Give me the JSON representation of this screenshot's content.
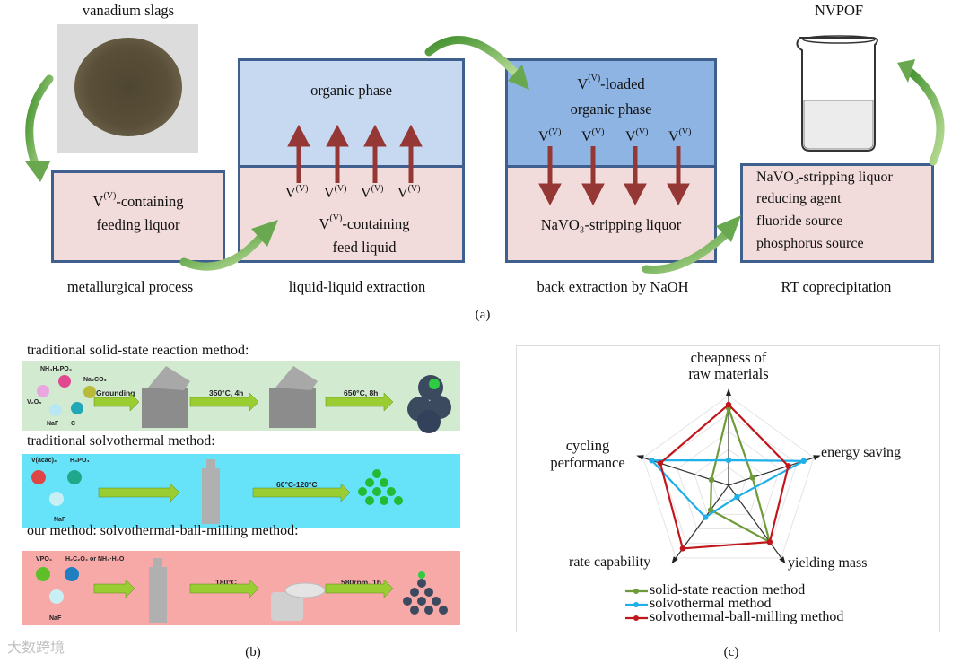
{
  "panel_a": {
    "caption": "(a)",
    "slag_label": "vanadium slags",
    "product_label": "NVPOF",
    "box1": {
      "base": "V",
      "sup": "(V)",
      "rest": "-containing",
      "line2": "feeding liquor"
    },
    "box2": {
      "top": "organic phase",
      "ion_base": "V",
      "ion_sup": "(V)",
      "bottom_base": "V",
      "bottom_sup": "(V)",
      "bottom_rest": "-containing",
      "bottom_line2": "feed liquid"
    },
    "box3": {
      "top_base": "V",
      "top_sup": "(V)",
      "top_rest": "-loaded",
      "top_line2": "organic phase",
      "ion_base": "V",
      "ion_sup": "(V)",
      "bottom": "NaVO₃-stripping liquor"
    },
    "box4": {
      "lines": [
        "NaVO₃-stripping liquor",
        "reducing agent",
        "fluoride source",
        "phosphorus source"
      ]
    },
    "steps": [
      "metallurgical process",
      "liquid-liquid extraction",
      "back extraction by NaOH",
      "RT coprecipitation"
    ],
    "colors": {
      "pink": "#f2dcdb",
      "light_blue": "#c6d9f1",
      "dark_blue": "#8eb4e3",
      "border": "#3f5f8f",
      "vanadium_arrow": "#953735",
      "flow_arrow": "#6aa84f"
    }
  },
  "panel_b": {
    "caption": "(b)",
    "methods": [
      {
        "title": "traditional solid-state reaction method:",
        "color": "#d2ead0",
        "chemicals": [
          "NH₄H₂PO₄",
          "Na₂CO₃",
          "V₂O₅",
          "NaF",
          "C"
        ],
        "steps": [
          "Grounding",
          "350°C, 4h",
          "650°C, 8h"
        ]
      },
      {
        "title": "traditional solvothermal method:",
        "color": "#66e3f9",
        "chemicals": [
          "V(acac)₃",
          "H₃PO₄",
          "NaF"
        ],
        "steps": [
          "",
          "60°C-120°C"
        ]
      },
      {
        "title": "our method: solvothermal-ball-milling method:",
        "color": "#f7a9a8",
        "chemicals": [
          "VPO₄",
          "H₂C₂O₄ or NH₃·H₂O",
          "NaF"
        ],
        "steps": [
          "",
          "180°C",
          "580rpm, 1h"
        ]
      }
    ]
  },
  "panel_c": {
    "caption": "(c)"
  },
  "chart_data": {
    "type": "radar",
    "axes": [
      "cheapness of raw materials",
      "energy saving",
      "yielding mass",
      "rate capability",
      "cycling performance"
    ],
    "axis_labels": {
      "a0": [
        "cheapness of",
        "raw materials"
      ],
      "a1": [
        "energy saving"
      ],
      "a2": [
        "yielding mass"
      ],
      "a3": [
        "rate capability"
      ],
      "a4": [
        "cycling",
        "performance"
      ]
    },
    "range": [
      0,
      5
    ],
    "grid": true,
    "legend_position": "bottom",
    "series": [
      {
        "name": "solid-state reaction method",
        "color": "#6e9a3a",
        "values": [
          4.3,
          1.4,
          3.9,
          1.7,
          1.0
        ]
      },
      {
        "name": "solvothermal method",
        "color": "#1fb0ea",
        "values": [
          1.4,
          4.4,
          0.8,
          2.2,
          4.5
        ]
      },
      {
        "name": "solvothermal-ball-milling method",
        "color": "#c0161c",
        "values": [
          4.5,
          3.5,
          3.9,
          4.35,
          4.0
        ]
      }
    ]
  },
  "watermark": "大数跨境"
}
